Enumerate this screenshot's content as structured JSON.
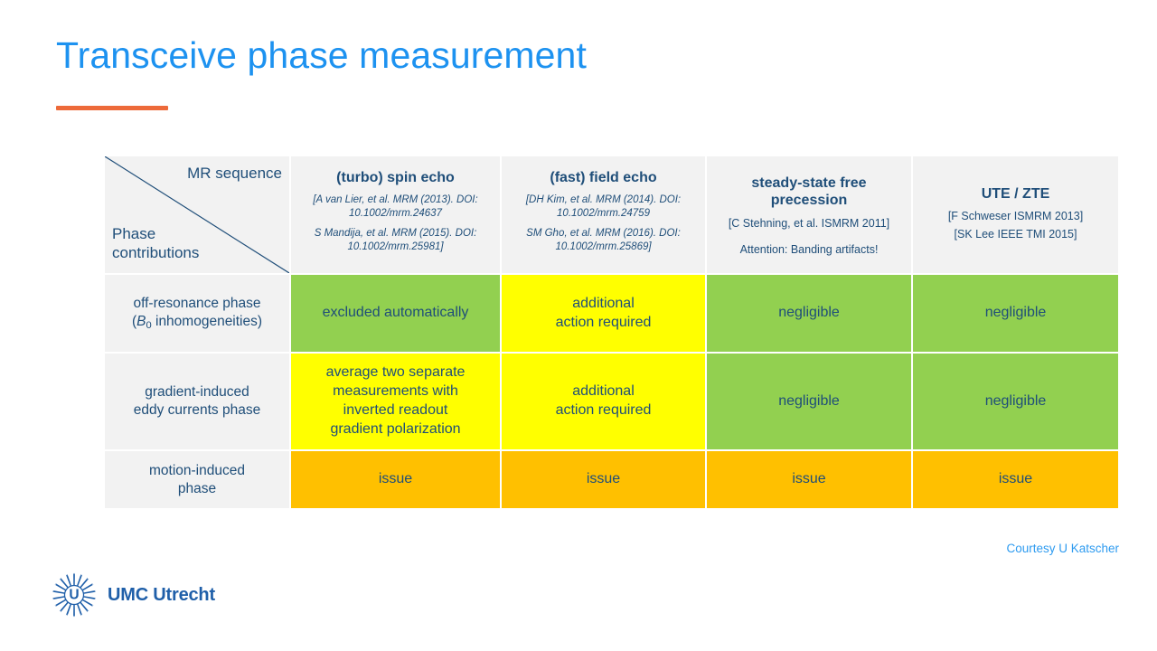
{
  "slide": {
    "title": "Transceive phase measurement",
    "courtesy": "Courtesy U Katscher",
    "accent_title_color": "#1d92f0",
    "accent_rule_color": "#ed6a3a",
    "text_color": "#1f4e79"
  },
  "table": {
    "corner": {
      "top_label": "MR sequence",
      "bottom_label_line1": "Phase",
      "bottom_label_line2": "contributions"
    },
    "columns": [
      {
        "name": "(turbo) spin echo",
        "refs": [
          "[A van Lier, et al. MRM (2013). DOI: 10.1002/mrm.24637",
          "S Mandija, et al. MRM (2015). DOI: 10.1002/mrm.25981]"
        ],
        "refs_italic": true,
        "note": ""
      },
      {
        "name": "(fast) field echo",
        "refs": [
          "[DH Kim, et al. MRM (2014). DOI: 10.1002/mrm.24759",
          "SM Gho, et al. MRM (2016). DOI: 10.1002/mrm.25869]"
        ],
        "refs_italic": true,
        "note": ""
      },
      {
        "name": "steady-state free precession",
        "refs": [
          "[C Stehning,  et al. ISMRM 2011]"
        ],
        "refs_italic": false,
        "note": "Attention: Banding artifacts!"
      },
      {
        "name": "UTE / ZTE",
        "refs": [
          "[F Schweser ISMRM 2013]",
          "[SK Lee IEEE TMI 2015]"
        ],
        "refs_italic": false,
        "note": ""
      }
    ],
    "rows": [
      {
        "label_line1": "off-resonance  phase",
        "label_line2_pre": "(",
        "label_line2_sym": "B",
        "label_line2_sub": "0",
        "label_line2_post": " inhomogeneities)",
        "cells": [
          {
            "text": "excluded automatically",
            "color": "green"
          },
          {
            "text": "additional\naction required",
            "color": "yellow"
          },
          {
            "text": "negligible",
            "color": "green"
          },
          {
            "text": "negligible",
            "color": "green"
          }
        ]
      },
      {
        "label_line1": "gradient-induced",
        "label_line2": "eddy currents phase",
        "cells": [
          {
            "text": "average two separate\nmeasurements  with\ninverted readout\ngradient polarization",
            "color": "yellow"
          },
          {
            "text": "additional\naction required",
            "color": "yellow"
          },
          {
            "text": "negligible",
            "color": "green"
          },
          {
            "text": "negligible",
            "color": "green"
          }
        ]
      },
      {
        "label_line1": "motion-induced",
        "label_line2": "phase",
        "cells": [
          {
            "text": "issue",
            "color": "orange"
          },
          {
            "text": "issue",
            "color": "orange"
          },
          {
            "text": "issue",
            "color": "orange"
          },
          {
            "text": "issue",
            "color": "orange"
          }
        ]
      }
    ],
    "cell_colors": {
      "green": "#92d050",
      "yellow": "#ffff00",
      "orange": "#ffc000",
      "label_bg": "#f2f2f2",
      "header_bg": "#f2f2f2"
    }
  },
  "logo": {
    "text": "UMC Utrecht",
    "mark": "umc-utrecht-sunburst-icon",
    "letter": "U",
    "color": "#1f5fa9"
  }
}
